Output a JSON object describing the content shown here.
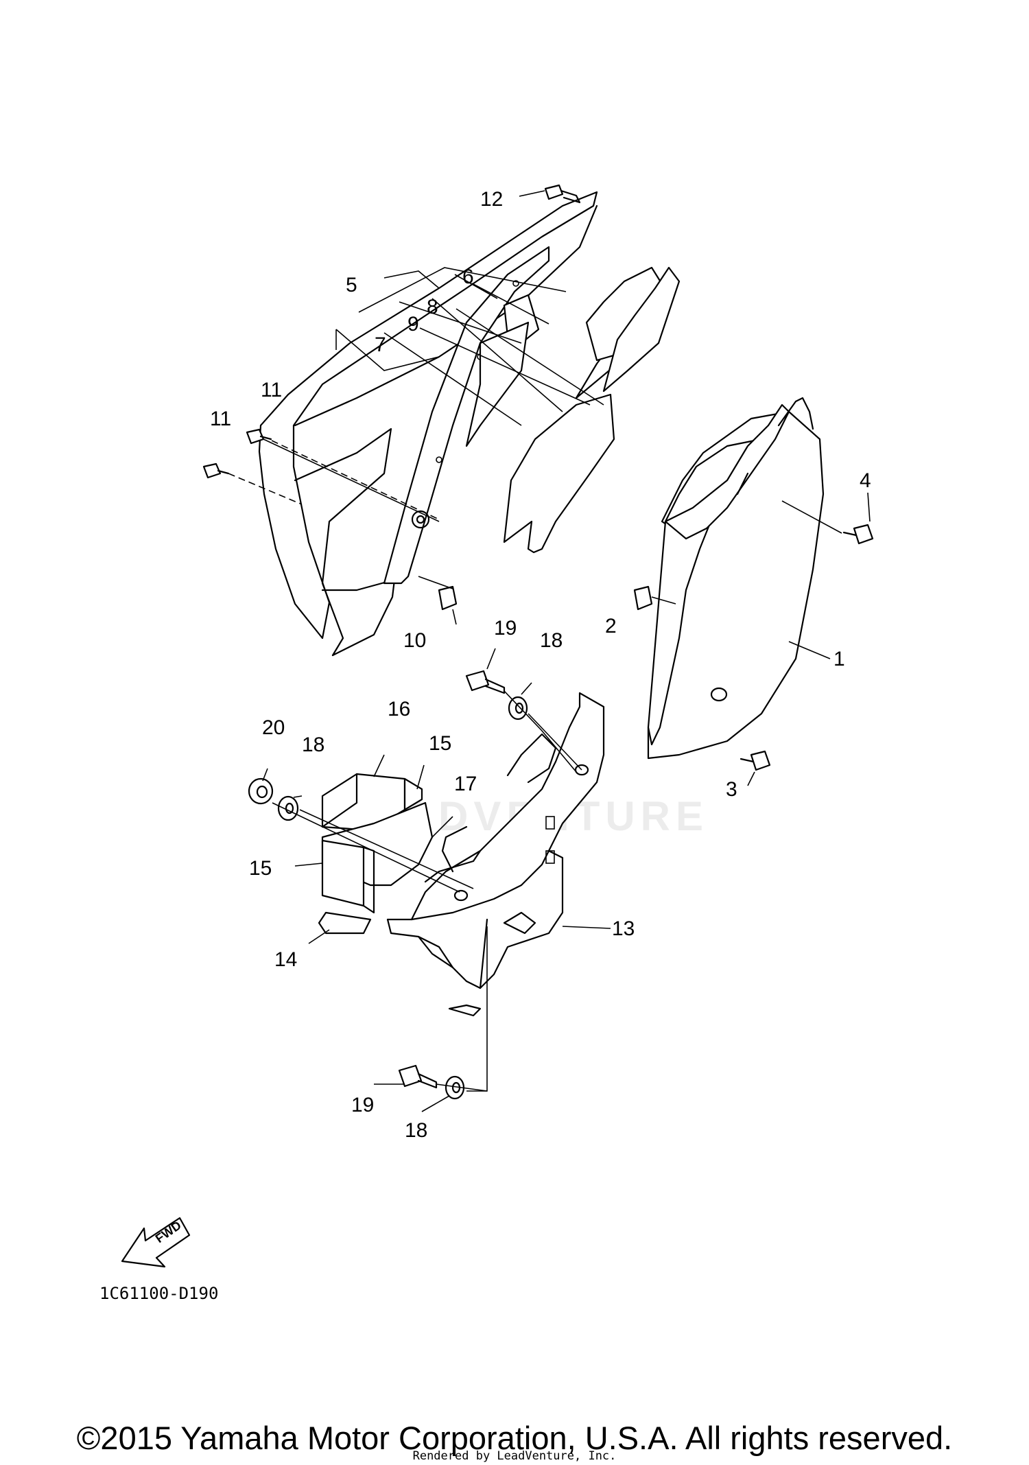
{
  "diagram": {
    "callouts": [
      "1",
      "2",
      "3",
      "4",
      "5",
      "6",
      "7",
      "8",
      "9",
      "10",
      "11",
      "11",
      "12",
      "13",
      "14",
      "15",
      "15",
      "16",
      "17",
      "18",
      "18",
      "18",
      "19",
      "19",
      "20"
    ],
    "fwd_label": "FWD",
    "drawing_code": "1C61100-D190"
  },
  "watermark": "LEADVENTURE",
  "footer": {
    "copyright": "©2015 Yamaha Motor Corporation, U.S.A. All rights reserved.",
    "rendered_by": "Rendered by LeadVenture, Inc."
  }
}
